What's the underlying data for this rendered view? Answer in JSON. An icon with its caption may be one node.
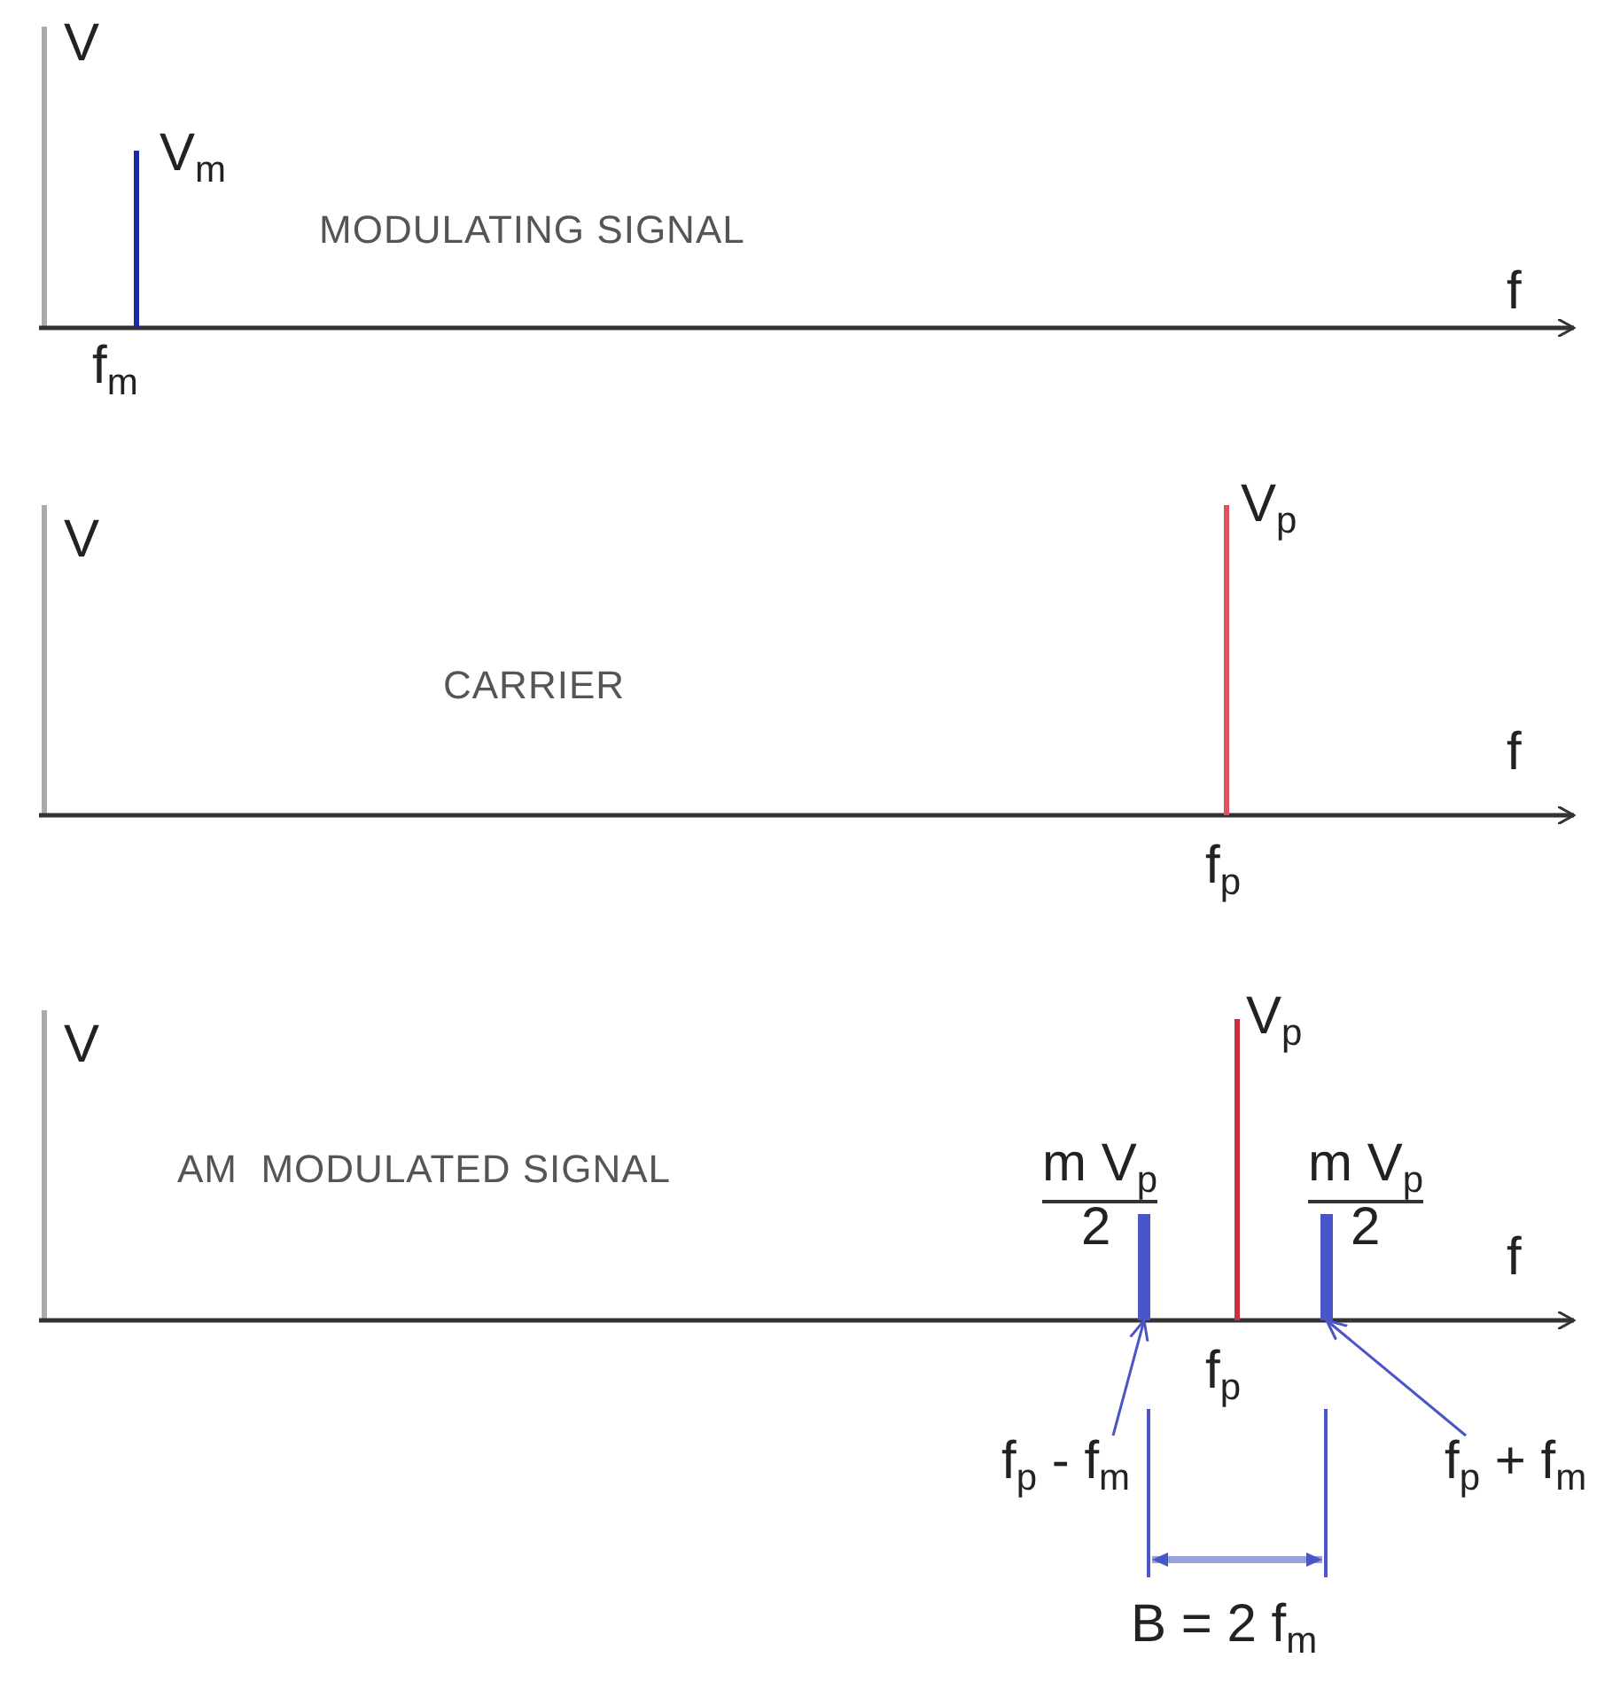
{
  "diagram": {
    "nodes": [
      {
        "text": [
          "f$_{p}$ - f$_{m}$"
        ]
      },
      {
        "text": [],
        "shape": "bar"
      },
      {
        "text": [
          "f$_{p}$ + f$_{m}$"
        ]
      },
      {
        "text": [],
        "shape": "bar"
      }
    ],
    "edges": [
      {
        "from": 0,
        "to": 1,
        "arrow": "to"
      },
      {
        "from": 2,
        "to": 3,
        "arrow": "to"
      }
    ],
    "labels": [
      "V",
      "V$_{m}$",
      "MODULATING SIGNAL",
      "f",
      "f$_{m}$",
      "V",
      "V$_{p}$",
      "CARRIER",
      "f",
      "f$_{p}$",
      "V",
      "V$_{p}$",
      "AM  MODULATED SIGNAL",
      "m V$_{p}$",
      "m V$_{p}$",
      "2",
      "2",
      "f",
      "f$_{p}$",
      "B = 2 f$_{m}$"
    ]
  }
}
